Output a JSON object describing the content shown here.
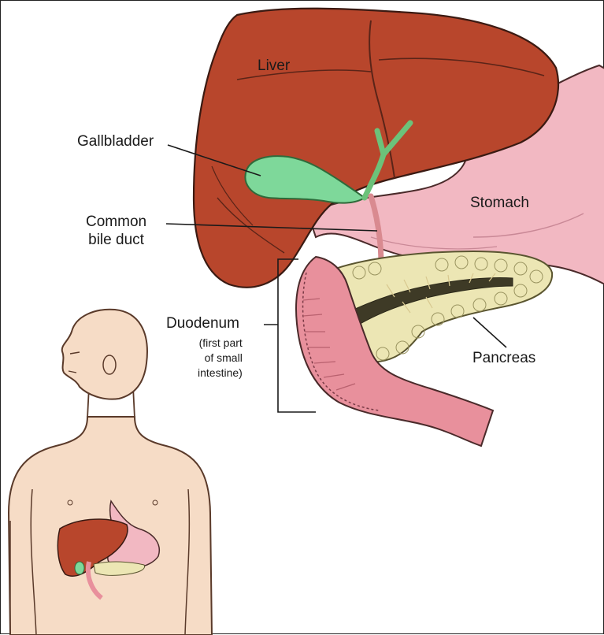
{
  "labels": {
    "liver": "Liver",
    "gallbladder": "Gallbladder",
    "common_bile_duct": "Common\nbile duct",
    "stomach": "Stomach",
    "duodenum": "Duodenum",
    "duodenum_note": "(first part\nof small\nintestine)",
    "pancreas": "Pancreas"
  },
  "colors": {
    "liver": "#B8462C",
    "gallbladder": "#7ED89A",
    "bile_duct": "#6CC27A",
    "stomach": "#F2B8C2",
    "duodenum": "#E8909C",
    "pancreas": "#ECE6B4",
    "pancreatic_duct": "#3E3A26",
    "skin": "#F6DCC6"
  }
}
